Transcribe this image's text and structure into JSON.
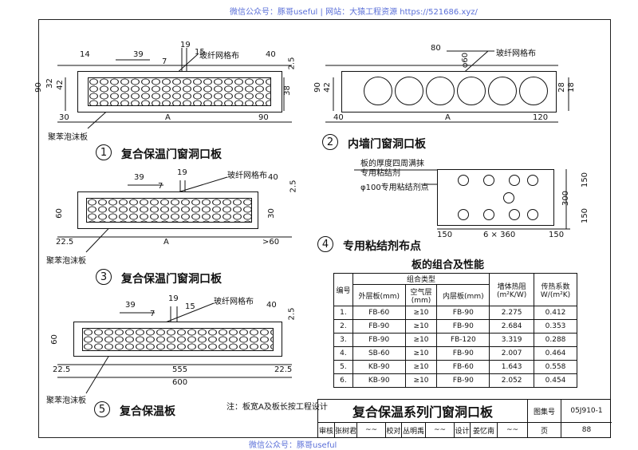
{
  "watermark_top": "微信公众号：豚哥useful | 网站：大猿工程资源 https://521686.xyz/",
  "watermark_bottom": "微信公众号：豚哥useful",
  "detail1": {
    "num": "1",
    "title": "复合保温门窗洞口板",
    "mesh_label": "玻纤网格布",
    "foam_label": "聚苯泡沫板",
    "dims": [
      "14",
      "39",
      "19",
      "7",
      "15",
      "40",
      "2.5",
      "90",
      "32",
      "42",
      "38",
      "30",
      "A",
      "90"
    ]
  },
  "detail2": {
    "num": "2",
    "title": "内墙门窗洞口板",
    "mesh_label": "玻纤网格布",
    "dims": [
      "80",
      "φ60",
      "90",
      "42",
      "28",
      "18",
      "40",
      "A",
      "120"
    ]
  },
  "detail3": {
    "num": "3",
    "title": "复合保温门窗洞口板",
    "mesh_label": "玻纤网格布",
    "foam_label": "聚苯泡沫板",
    "dims": [
      "39",
      "19",
      "7",
      "40",
      "2.5",
      "60",
      "30",
      "22.5",
      "A",
      ">60"
    ]
  },
  "detail4": {
    "num": "4",
    "title": "专用粘结剂布点",
    "note_line1": "板的厚度四周满抹",
    "note_line2": "专用粘结剂",
    "note_line3": "φ100专用粘结剂点",
    "dims": [
      "150",
      "6 × 360",
      "150",
      "150",
      "300",
      "150"
    ]
  },
  "detail5": {
    "num": "5",
    "title": "复合保温板",
    "mesh_label": "玻纤网格布",
    "foam_label": "聚苯泡沫板",
    "dims": [
      "39",
      "19",
      "7",
      "15",
      "40",
      "2.5",
      "60",
      "22.5",
      "555",
      "22.5",
      "600"
    ]
  },
  "note": "注：板宽A及板长按工程设计",
  "table": {
    "title": "板的组合及性能",
    "headers": {
      "num": "编号",
      "combo": "组合类型",
      "outer": "外层板(mm)",
      "air": "空气层(mm)",
      "inner": "内层板(mm)",
      "resist": "墙体热阻(m²K/W)",
      "coef": "传热系数W/(m²K)"
    },
    "rows": [
      {
        "num": "1.",
        "outer": "FB-60",
        "air": "≥10",
        "inner": "FB-90",
        "resist": "2.275",
        "coef": "0.412"
      },
      {
        "num": "2.",
        "outer": "FB-90",
        "air": "≥10",
        "inner": "FB-90",
        "resist": "2.684",
        "coef": "0.353"
      },
      {
        "num": "3.",
        "outer": "FB-90",
        "air": "≥10",
        "inner": "FB-120",
        "resist": "3.319",
        "coef": "0.288"
      },
      {
        "num": "4.",
        "outer": "SB-60",
        "air": "≥10",
        "inner": "FB-90",
        "resist": "2.007",
        "coef": "0.464"
      },
      {
        "num": "5.",
        "outer": "KB-90",
        "air": "≥10",
        "inner": "FB-60",
        "resist": "1.643",
        "coef": "0.558"
      },
      {
        "num": "6.",
        "outer": "KB-90",
        "air": "≥10",
        "inner": "FB-90",
        "resist": "2.052",
        "coef": "0.454"
      }
    ]
  },
  "title_block": {
    "title": "复合保温系列门窗洞口板",
    "atlas_label": "图集号",
    "atlas_no": "05J910-1",
    "review_label": "审核",
    "reviewer": "张树君",
    "check_label": "校对",
    "checker": "丛明禹",
    "design_label": "设计",
    "designer": "姜忆南",
    "page_label": "页",
    "page_no": "88"
  }
}
